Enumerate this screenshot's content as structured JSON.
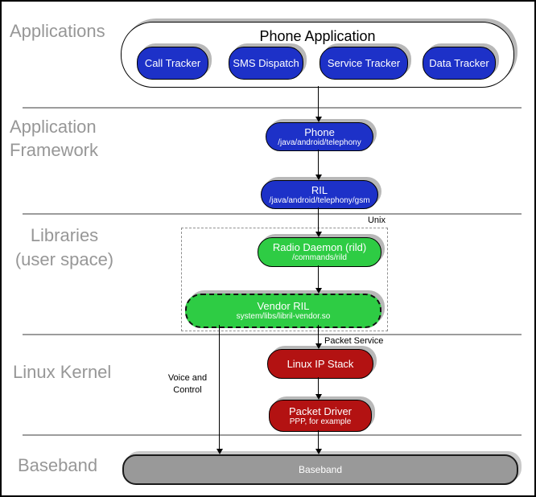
{
  "layers": {
    "applications": "Applications",
    "framework_line1": "Application",
    "framework_line2": "Framework",
    "libraries_line1": "Libraries",
    "libraries_line2": "(user space)",
    "kernel": "Linux Kernel",
    "baseband": "Baseband"
  },
  "container": {
    "title": "Phone Application"
  },
  "app_pills": [
    {
      "label": "Call Tracker"
    },
    {
      "label": "SMS Dispatch"
    },
    {
      "label": "Service Tracker"
    },
    {
      "label": "Data Tracker"
    }
  ],
  "nodes": {
    "phone": {
      "title": "Phone",
      "subtitle": "/java/android/telephony"
    },
    "ril": {
      "title": "RIL",
      "subtitle": "/java/android/telephony/gsm"
    },
    "radio_daemon": {
      "title": "Radio Daemon (rild)",
      "subtitle": "/commands/rild"
    },
    "vendor_ril": {
      "title": "Vendor RIL",
      "subtitle": "system/libs/libril-vendor.so"
    },
    "ip_stack": {
      "title": "Linux IP Stack"
    },
    "packet_driver": {
      "title": "Packet Driver",
      "subtitle": "PPP, for example"
    },
    "baseband_bar": {
      "title": "Baseband"
    }
  },
  "annotations": {
    "unix": "Unix",
    "packet_service": "Packet Service",
    "voice_control_line1": "Voice and",
    "voice_control_line2": "Control"
  },
  "edges": [
    {
      "from": "Phone Application",
      "to": "Phone"
    },
    {
      "from": "Phone",
      "to": "RIL"
    },
    {
      "from": "RIL",
      "to": "Radio Daemon (rild)"
    },
    {
      "from": "Radio Daemon (rild)",
      "to": "Vendor RIL"
    },
    {
      "from": "Vendor RIL",
      "to": "Linux IP Stack",
      "label": "Packet Service"
    },
    {
      "from": "Linux IP Stack",
      "to": "Packet Driver"
    },
    {
      "from": "Packet Driver",
      "to": "Baseband"
    },
    {
      "from": "Vendor RIL",
      "to": "Baseband",
      "label": "Voice and Control"
    }
  ],
  "colors": {
    "blue_node": "#1d31c8",
    "green_node": "#2ecc44",
    "red_node": "#b31212",
    "baseband_fill": "#999999",
    "shadow": "#b8b8b8",
    "layer_label_gray": "#979797",
    "divider_gray": "#9c9c9c"
  }
}
